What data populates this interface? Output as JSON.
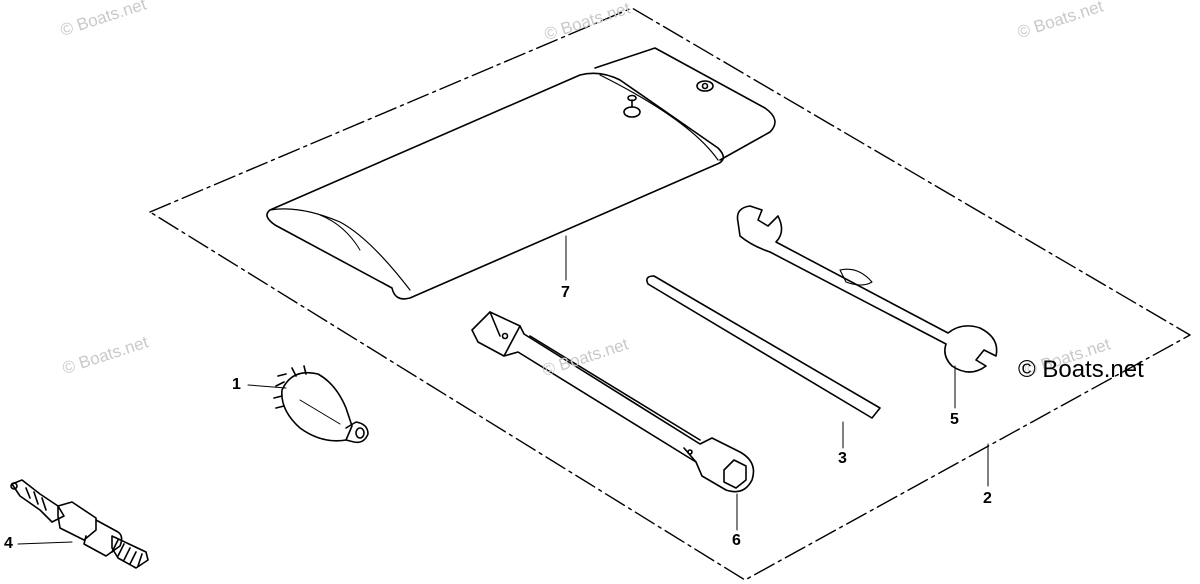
{
  "watermarks": [
    "© Boats.net",
    "© Boats.net",
    "© Boats.net",
    "© Boats.net",
    "© Boats.net",
    "© Boats.net"
  ],
  "copyright": "© Boats.net",
  "callouts": [
    "1",
    "2",
    "3",
    "4",
    "5",
    "6",
    "7"
  ],
  "parts": {
    "p1": "cap",
    "p2": "tool-kit-outline",
    "p3": "rod",
    "p4": "spark-plug",
    "p5": "open-end-wrench",
    "p6": "box-wrench",
    "p7": "tool-bag"
  },
  "colors": {
    "line": "#000000",
    "watermark": "#c9c9c9",
    "background": "#ffffff"
  }
}
